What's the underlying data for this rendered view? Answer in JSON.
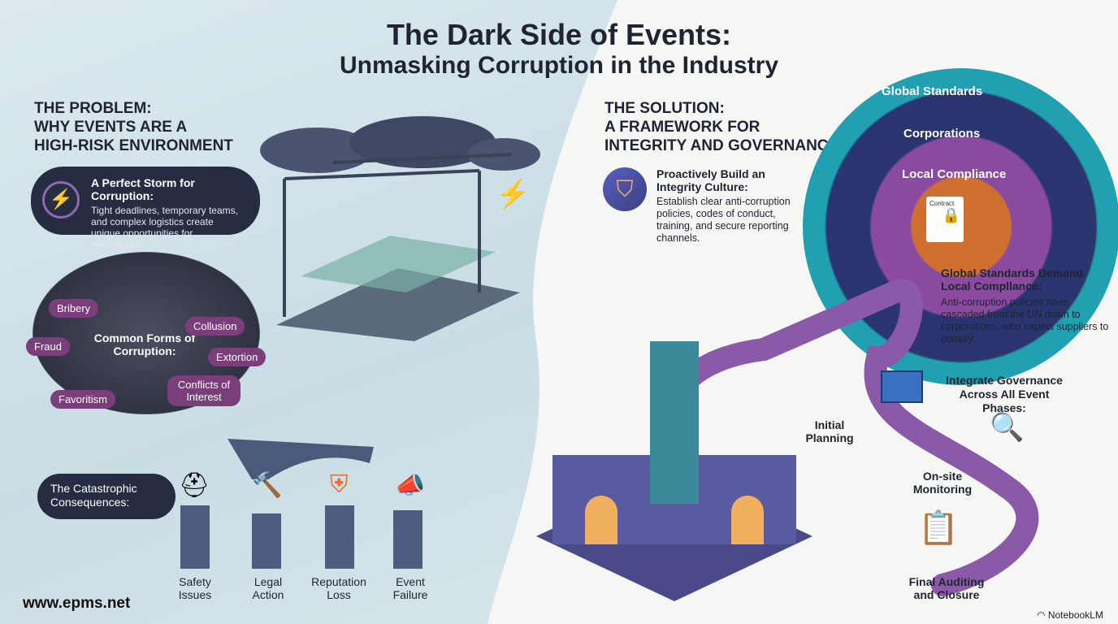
{
  "title": {
    "line1": "The Dark Side of Events:",
    "line2": "Unmasking Corruption in the Industry"
  },
  "problem": {
    "heading": [
      "THE PROBLEM:",
      "WHY EVENTS ARE A",
      "HIGH-RISK ENVIRONMENT"
    ],
    "storm": {
      "title": "A Perfect Storm for Corruption:",
      "text": "Tight deadlines, temporary teams, and complex logistics create unique opportunities for misconduct.",
      "icon": "lightning-icon"
    },
    "forms": {
      "title": "Common Forms of Corruption:",
      "items": [
        "Bribery",
        "Collusion",
        "Fraud",
        "Extortion",
        "Favoritism",
        "Conflicts of Interest"
      ]
    },
    "consequences": {
      "title": "The Catastrophic Consequences:",
      "items": [
        {
          "label": "Safety Issues",
          "icon": "hard-hat-icon"
        },
        {
          "label": "Legal Action",
          "icon": "gavel-icon"
        },
        {
          "label": "Reputation Loss",
          "icon": "broken-shield-icon"
        },
        {
          "label": "Event Failure",
          "icon": "megaphone-icon"
        }
      ]
    }
  },
  "solution": {
    "heading": [
      "THE SOLUTION:",
      "A FRAMEWORK FOR",
      "INTEGRITY AND GOVERNANCE"
    ],
    "culture": {
      "title": "Proactively Build an Integrity Culture:",
      "text": "Establish clear anti-corruption policies, codes of conduct, training, and secure reporting channels.",
      "icon": "shield-icon"
    },
    "rings": [
      "Global Standards",
      "Corporations",
      "Local Compliance"
    ],
    "contract_label": "Contract",
    "standards": {
      "title": "Global Standards Demand Local Compllance:",
      "text": "Anti-corruption policies have cascaded from the UN down to corporations, who expect suppliers to comply."
    },
    "governance": {
      "title": "Integrate Governance Across All Event Phases:"
    },
    "phases": [
      "Initial Planning",
      "On-site Monitoring",
      "Final Auditing and Closure"
    ]
  },
  "footer": {
    "website": "www.epms.net",
    "brand": "NotebookLM"
  },
  "colors": {
    "dark": "#262d42",
    "chip": "#7a3e7a",
    "path": "#8a5aa8",
    "accent": "#f0a030"
  }
}
